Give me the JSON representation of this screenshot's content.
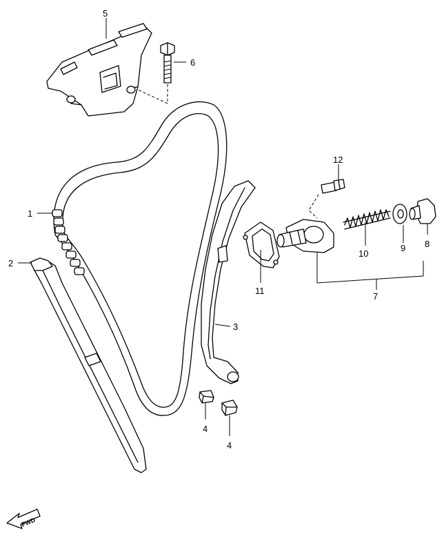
{
  "callouts": [
    {
      "id": "1",
      "text": "1"
    },
    {
      "id": "2",
      "text": "2"
    },
    {
      "id": "3",
      "text": "3"
    },
    {
      "id": "4a",
      "text": "4"
    },
    {
      "id": "4b",
      "text": "4"
    },
    {
      "id": "5",
      "text": "5"
    },
    {
      "id": "6",
      "text": "6"
    },
    {
      "id": "7",
      "text": "7"
    },
    {
      "id": "8",
      "text": "8"
    },
    {
      "id": "9",
      "text": "9"
    },
    {
      "id": "10",
      "text": "10"
    },
    {
      "id": "11",
      "text": "11"
    },
    {
      "id": "12",
      "text": "12"
    }
  ],
  "fwd_label": "FWD",
  "colors": {
    "line": "#000000",
    "background": "#ffffff"
  }
}
